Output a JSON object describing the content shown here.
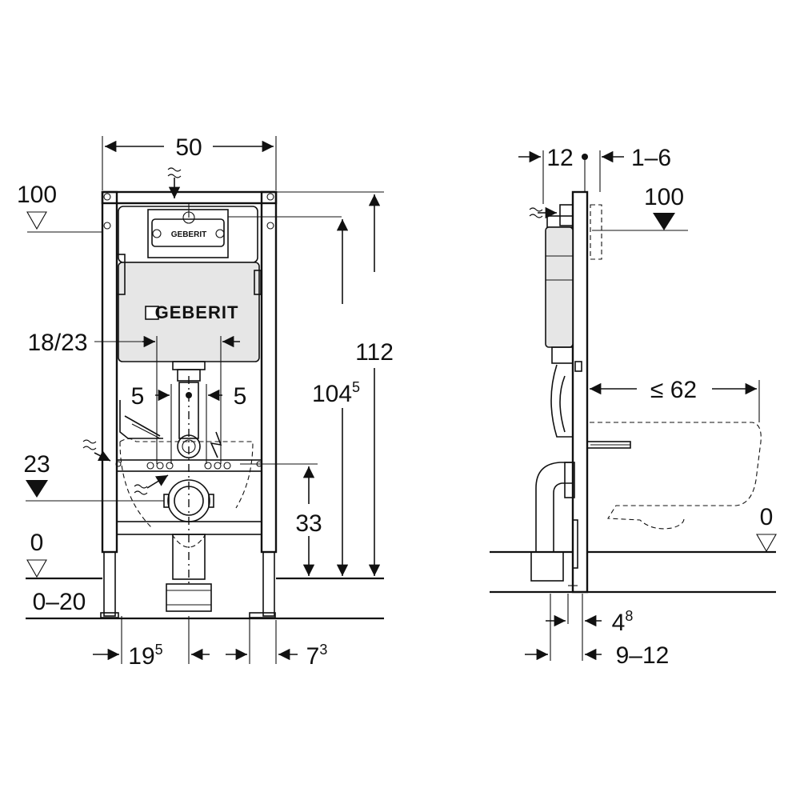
{
  "front_view": {
    "width_label": "50",
    "level_top_label": "100",
    "spacing_label": "18/23",
    "offset_left_label": "5",
    "offset_right_label": "5",
    "outlet_height_label": "23",
    "floor_label": "0",
    "floor_range_label": "0–20",
    "total_height_label": "112",
    "actuator_height_main": "104",
    "actuator_height_sup": "5",
    "drain_height_label": "33",
    "bottom_left_main": "19",
    "bottom_left_sup": "5",
    "bottom_right_main": "7",
    "bottom_right_sup": "3",
    "brand_plate": "GEBERIT",
    "brand_cistern": "GEBERIT"
  },
  "side_view": {
    "depth_label": "12",
    "cover_label": "1–6",
    "level_top_label": "100",
    "projection_label": "≤ 62",
    "floor_label": "0",
    "bottom_a_main": "4",
    "bottom_a_sup": "8",
    "bottom_b_label": "9–12"
  },
  "colors": {
    "line": "#111111",
    "background": "#ffffff",
    "cistern_fill": "#e6e6e6"
  }
}
